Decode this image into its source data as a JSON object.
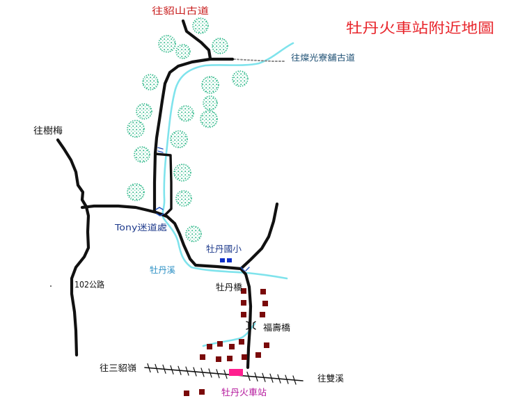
{
  "map": {
    "title": "牡丹火車站附近地圖",
    "labels": {
      "diaoshan_trail": "往貂山古道",
      "cankuang_trail": "往燦光寮舖古道",
      "shumei": "往樹梅",
      "tony_lost_spot": "Tony迷道處",
      "mudan_school": "牡丹國小",
      "mudan_creek": "牡丹溪",
      "highway_102": "102公路",
      "mudan_bridge": "牡丹橋",
      "fushou_bridge": "福壽橋",
      "to_sandiaoling": "往三貂嶺",
      "to_shuangxi": "往雙溪",
      "mudan_station": "牡丹火車站"
    }
  },
  "colors": {
    "background": "#ffffff",
    "title": "#e8262c",
    "trail_label": "#c81e1e",
    "trail_label_teal": "#1d4f73",
    "place_label": "#1f3b8c",
    "creek_label": "#2a8fc4",
    "label": "#111111",
    "station_label": "#b4179c",
    "road": "#111111",
    "river": "#7fe3ec",
    "trail_dotted": "#8a8a8a",
    "tree": "#2fb88a",
    "tree_light": "#7fd9b4",
    "house": "#7a0a0a",
    "school": "#1030c8",
    "station": "#ff1f8f",
    "bridge": "#1f4fbf"
  },
  "icons": {
    "tree": "tree-icon",
    "house": "house-icon",
    "school": "school-icon",
    "station": "station-icon",
    "bridge": "bridge-icon"
  }
}
